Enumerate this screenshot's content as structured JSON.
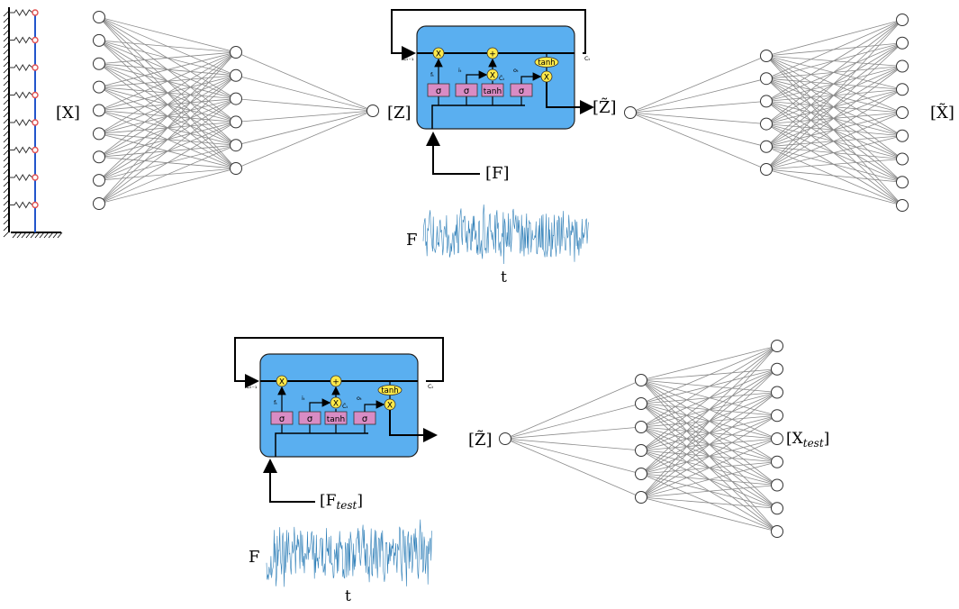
{
  "labels": {
    "X": "[X]",
    "Z": "[Z]",
    "Z_tilde": "[Z̃]",
    "X_tilde": "[X̃]",
    "F": "[F]",
    "F_test": "[F",
    "F_test_sub": "test",
    "F_test_close": "]",
    "X_test": "[X",
    "X_test_sub": "test",
    "X_test_close": "]",
    "Z_tilde_bottom": "[Z̃]"
  },
  "lstm": {
    "ops": {
      "mult": "X",
      "add": "+"
    },
    "gates": {
      "sigma": "σ",
      "tanh": "tanh"
    },
    "tanh_out": "tanh",
    "c_prev": "Cₜ₋₁",
    "c_t": "Cₜ",
    "f_t": "fₜ",
    "i_t": "iₜ",
    "c_tilde": "C̃ₜ",
    "o_t": "oₜ"
  },
  "signal": {
    "y_label": "F",
    "x_label": "t"
  },
  "colors": {
    "lstm_box": "#5aaff0",
    "gate_fill": "#d98cc4",
    "op_fill": "#ffe94a",
    "signal": "#2f7fb8",
    "structure": "#2255cc",
    "spring_node": "#e05050"
  }
}
